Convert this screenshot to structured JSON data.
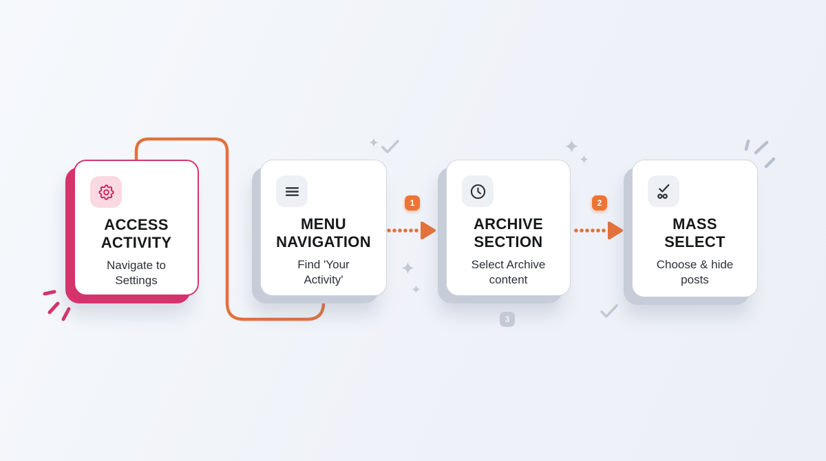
{
  "steps": [
    {
      "icon": "gear",
      "title": "ACCESS\nACTIVITY",
      "subtitle": "Navigate to\nSettings"
    },
    {
      "icon": "menu",
      "title": "MENU\nNAVIGATION",
      "subtitle": "Find 'Your\nActivity'"
    },
    {
      "icon": "clock",
      "title": "ARCHIVE\nSECTION",
      "subtitle": "Select Archive\ncontent"
    },
    {
      "icon": "mass-select",
      "title": "MASS\nSELECT",
      "subtitle": "Choose & hide\nposts"
    }
  ],
  "badges": [
    {
      "label": "1"
    },
    {
      "label": "2"
    },
    {
      "label": "3"
    }
  ],
  "colors": {
    "accent-pink": "#d6336c",
    "accent-orange": "#e2713c",
    "badge-orange": "#ed7434",
    "badge-gray": "#c3cad5",
    "shadow-gray": "#c6ccd8",
    "chip-pink": "#fbd9e2",
    "chip-gray": "#edf0f5",
    "sparkle-gray": "#c2c9d3",
    "title-color": "#17181a",
    "subtitle-color": "#2c3036"
  }
}
